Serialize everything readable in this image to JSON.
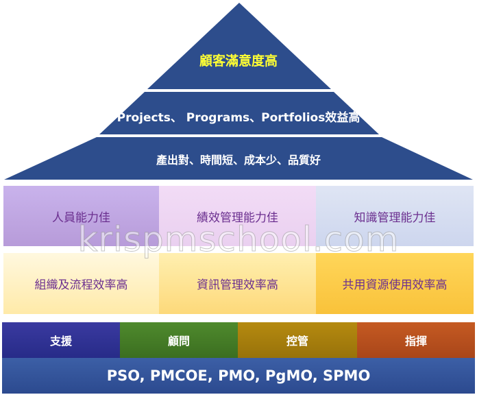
{
  "pyramid": {
    "top": "顧客滿意度高",
    "middle": "Projects、 Programs、Portfolios效益高",
    "bottom": "產出對、時間短、成本少、品質好",
    "colors": {
      "fill": "#2d4d8c",
      "top_text": "#ffff33"
    }
  },
  "capabilities": {
    "row1": [
      "人員能力佳",
      "績效管理能力佳",
      "知識管理能力佳"
    ],
    "row2": [
      "組織及流程效率高",
      "資訊管理效率高",
      "共用資源使用效率高"
    ]
  },
  "watermark": "krispmschool.com",
  "roles": [
    "支援",
    "顧問",
    "控管",
    "指揮"
  ],
  "base": "PSO, PMCOE, PMO, PgMO, SPMO"
}
